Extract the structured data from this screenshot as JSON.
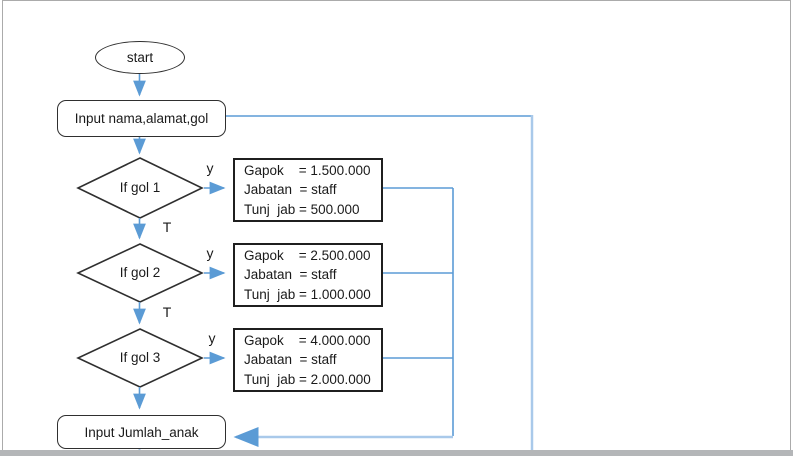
{
  "flowchart": {
    "start_label": "start",
    "input_nama_label": "Input nama,alamat,gol",
    "input_anak_label": "Input Jumlah_anak",
    "decisions": [
      {
        "condition": "If gol 1",
        "yes_label": "y",
        "false_label": "T",
        "outputs": [
          "Gapok    = 1.500.000",
          "Jabatan  = staff",
          "Tunj  jab = 500.000"
        ]
      },
      {
        "condition": "If gol 2",
        "yes_label": "y",
        "false_label": "T",
        "outputs": [
          "Gapok    = 2.500.000",
          "Jabatan  = staff",
          "Tunj  jab = 1.000.000"
        ]
      },
      {
        "condition": "If gol 3",
        "yes_label": "y",
        "outputs": [
          "Gapok    = 4.000.000",
          "Jabatan  = staff",
          "Tunj  jab = 2.000.000"
        ]
      }
    ],
    "colors": {
      "connector_blue": "#5B9BD5",
      "connector_light_blue": "#A9C9EA",
      "shape_border": "#2f2f2f"
    }
  }
}
